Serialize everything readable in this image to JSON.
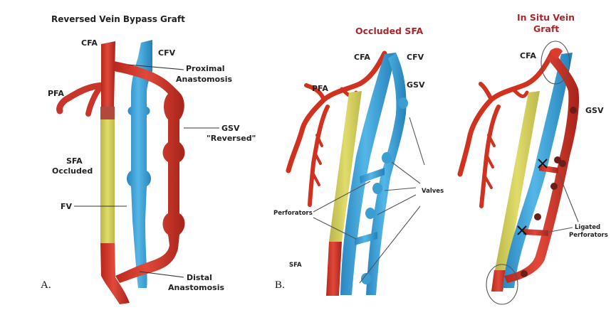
{
  "figure": {
    "panels": [
      {
        "id": "A",
        "letter": "A.",
        "title": "Reversed Vein Bypass Graft",
        "labels": {
          "cfa": "CFA",
          "cfv": "CFV",
          "proximal_1": "Proximal",
          "proximal_2": "Anastomosis",
          "pfa": "PFA",
          "gsv_1": "GSV",
          "gsv_2": "\"Reversed\"",
          "sfa_1": "SFA",
          "sfa_2": "Occluded",
          "fv": "FV",
          "distal_1": "Distal",
          "distal_2": "Anastomosis"
        }
      },
      {
        "id": "B",
        "letter": "B.",
        "title": "Occluded SFA",
        "labels": {
          "cfa": "CFA",
          "cfv": "CFV",
          "pfa": "PFA",
          "gsv": "GSV",
          "valves": "Valves",
          "perforators": "Perforators",
          "sfa": "SFA"
        }
      },
      {
        "id": "C",
        "title_1": "In Situ Vein",
        "title_2": "Graft",
        "labels": {
          "cfa": "CFA",
          "gsv": "GSV",
          "ligated_1": "Ligated",
          "ligated_2": "Perforators"
        }
      }
    ],
    "colors": {
      "artery": "#d23a2c",
      "vein": "#3fa3d8",
      "occluded": "#d6d35a",
      "title_red": "#a8262c"
    }
  }
}
